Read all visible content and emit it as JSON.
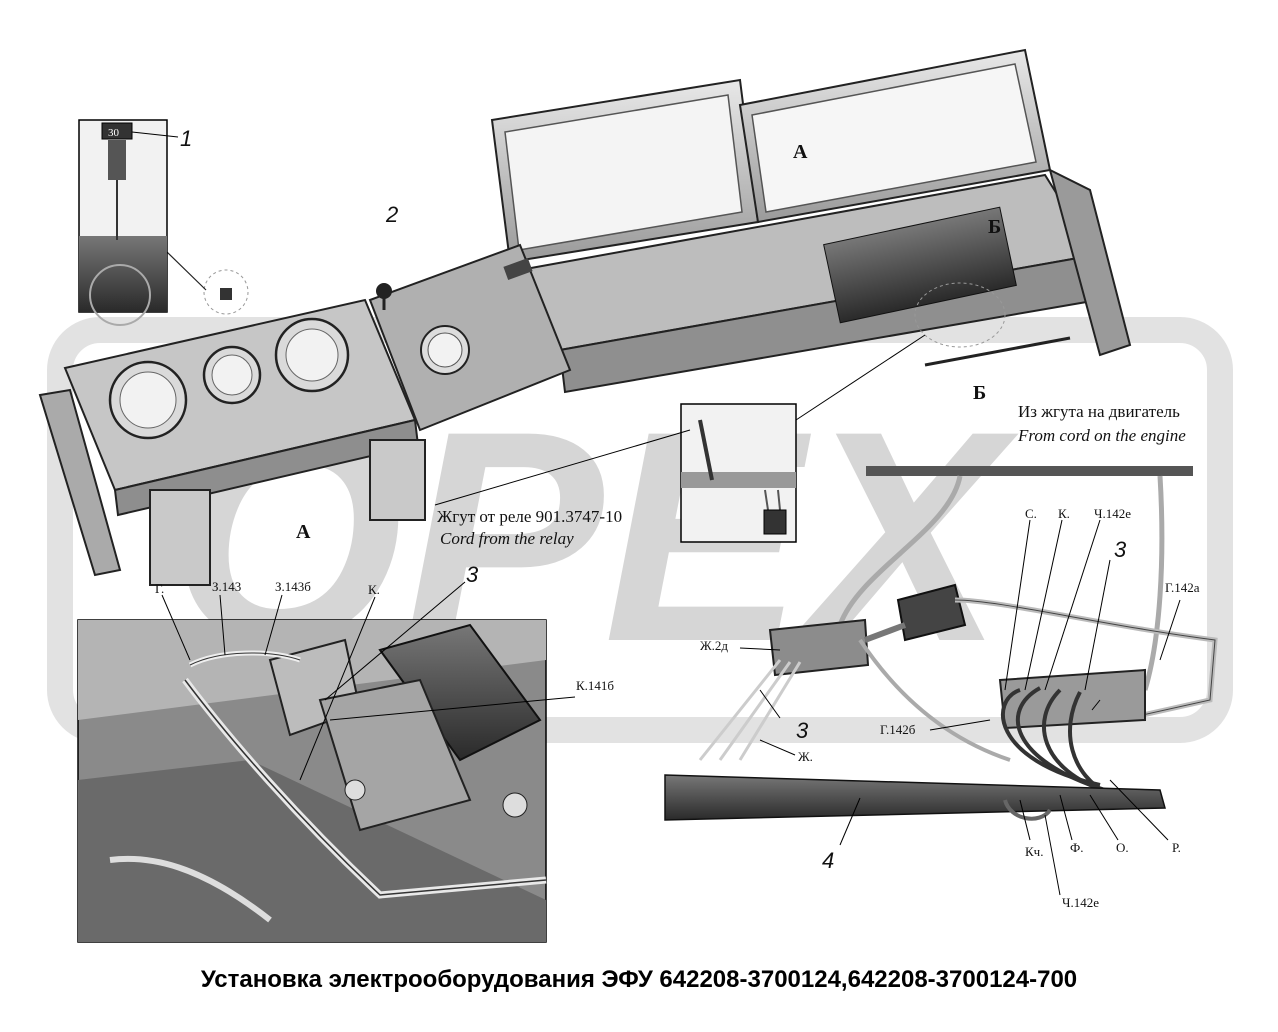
{
  "title": "Установка электрооборудования ЭФУ 642208-3700124,642208-3700124-700",
  "watermark": "OPEX",
  "views": {
    "A": "А",
    "B": "Б"
  },
  "callouts": {
    "c1": "1",
    "c2": "2",
    "c3a": "3",
    "c3b": "3",
    "c3c": "3",
    "c4": "4"
  },
  "captions": {
    "relay_ru": "Жгут от реле 901.3747-10",
    "relay_en": "Cord from the relay",
    "engine_ru": "Из жгута на двигатель",
    "engine_en": "From cord on the engine"
  },
  "wires": {
    "g": "Г.",
    "z143": "З.143",
    "z143b": "З.143б",
    "k": "К.",
    "k141b": "К.141б",
    "s": "С.",
    "k2": "К.",
    "ch142e_top": "Ч.142е",
    "g142a": "Г.142а",
    "zh2d": "Ж.2д",
    "g142b": "Г.142б",
    "zh": "Ж.",
    "kch": "Кч.",
    "f": "Ф.",
    "o": "О.",
    "r": "Р.",
    "ch142e_bottom": "Ч.142е"
  },
  "switch_label": "30"
}
